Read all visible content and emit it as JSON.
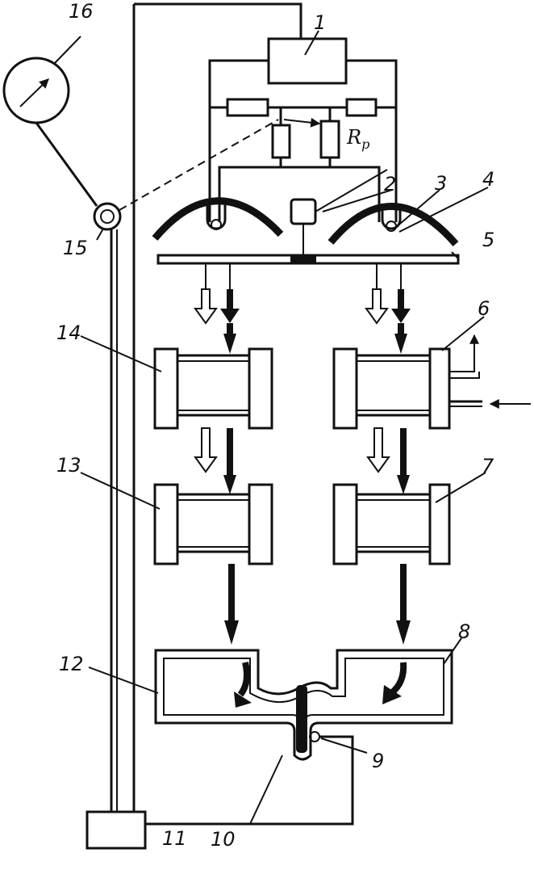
{
  "labels": {
    "n1": "1",
    "n2": "2",
    "n3": "3",
    "n4": "4",
    "n5": "5",
    "n6": "6",
    "n7": "7",
    "n8": "8",
    "n9": "9",
    "n10": "10",
    "n11": "11",
    "n12": "12",
    "n13": "13",
    "n14": "14",
    "n15": "15",
    "n16": "16"
  },
  "resistor_label": {
    "main": "R",
    "sub": "p"
  },
  "icons": {
    "meter": "gauge-icon",
    "flow_filled": "solid-arrow-icon",
    "flow_hollow": "hollow-arrow-icon"
  }
}
